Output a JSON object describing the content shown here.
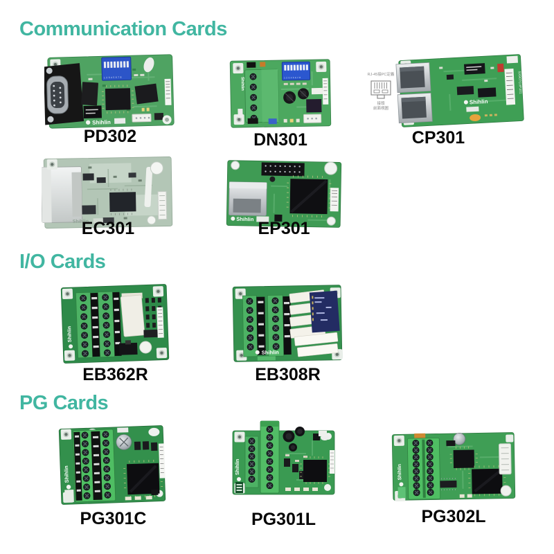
{
  "accent_color": "#41b6a1",
  "brand": "Shihlin",
  "dip_numbers": "12345678",
  "sections": [
    {
      "title": "Communication Cards",
      "cards": [
        {
          "id": "PD302",
          "label": "PD302"
        },
        {
          "id": "DN301",
          "label": "DN301"
        },
        {
          "id": "CP301",
          "label": "CP301",
          "annotation_top": "RJ-45接PC定義",
          "annotation_bottom1": "接頭",
          "annotation_bottom2": "前面視圖",
          "side_code": "SX907C0P301"
        },
        {
          "id": "EC301",
          "label": "EC301"
        },
        {
          "id": "EP301",
          "label": "EP301"
        }
      ]
    },
    {
      "title": "I/O Cards",
      "cards": [
        {
          "id": "EB362R",
          "label": "EB362R"
        },
        {
          "id": "EB308R",
          "label": "EB308R"
        }
      ]
    },
    {
      "title": "PG Cards",
      "cards": [
        {
          "id": "PG301C",
          "label": "PG301C"
        },
        {
          "id": "PG301L",
          "label": "PG301L"
        },
        {
          "id": "PG302L",
          "label": "PG302L"
        }
      ]
    }
  ]
}
